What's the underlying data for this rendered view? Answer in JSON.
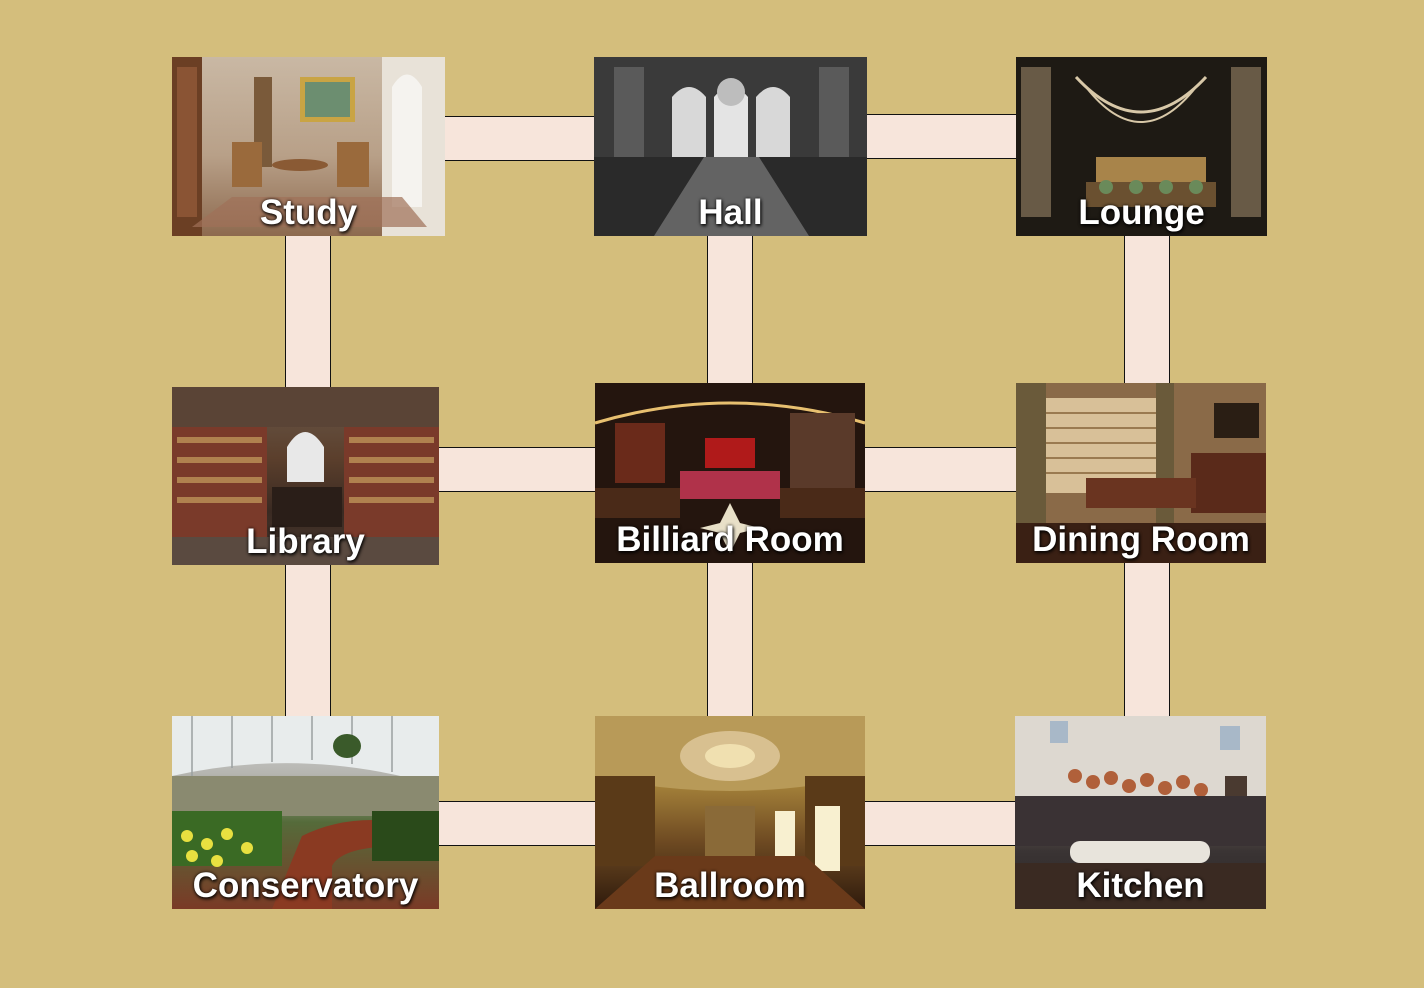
{
  "rooms": {
    "study": {
      "name": "Study",
      "image": "study-photo"
    },
    "hall": {
      "name": "Hall",
      "image": "hall-photo"
    },
    "lounge": {
      "name": "Lounge",
      "image": "lounge-photo"
    },
    "library": {
      "name": "Library",
      "image": "library-photo"
    },
    "billiard_room": {
      "name": "Billiard Room",
      "image": "billiard-room-photo"
    },
    "dining_room": {
      "name": "Dining Room",
      "image": "dining-room-photo"
    },
    "conservatory": {
      "name": "Conservatory",
      "image": "conservatory-photo"
    },
    "ballroom": {
      "name": "Ballroom",
      "image": "ballroom-photo"
    },
    "kitchen": {
      "name": "Kitchen",
      "image": "kitchen-photo"
    }
  },
  "connections": [
    [
      "Study",
      "Hall"
    ],
    [
      "Hall",
      "Lounge"
    ],
    [
      "Study",
      "Library"
    ],
    [
      "Hall",
      "Billiard Room"
    ],
    [
      "Lounge",
      "Dining Room"
    ],
    [
      "Library",
      "Billiard Room"
    ],
    [
      "Billiard Room",
      "Dining Room"
    ],
    [
      "Library",
      "Conservatory"
    ],
    [
      "Billiard Room",
      "Ballroom"
    ],
    [
      "Dining Room",
      "Kitchen"
    ],
    [
      "Conservatory",
      "Ballroom"
    ],
    [
      "Ballroom",
      "Kitchen"
    ]
  ],
  "colors": {
    "background": "#d4be7c",
    "corridor_fill": "#f7e5db",
    "corridor_border": "#111111",
    "label": "#ffffff"
  }
}
